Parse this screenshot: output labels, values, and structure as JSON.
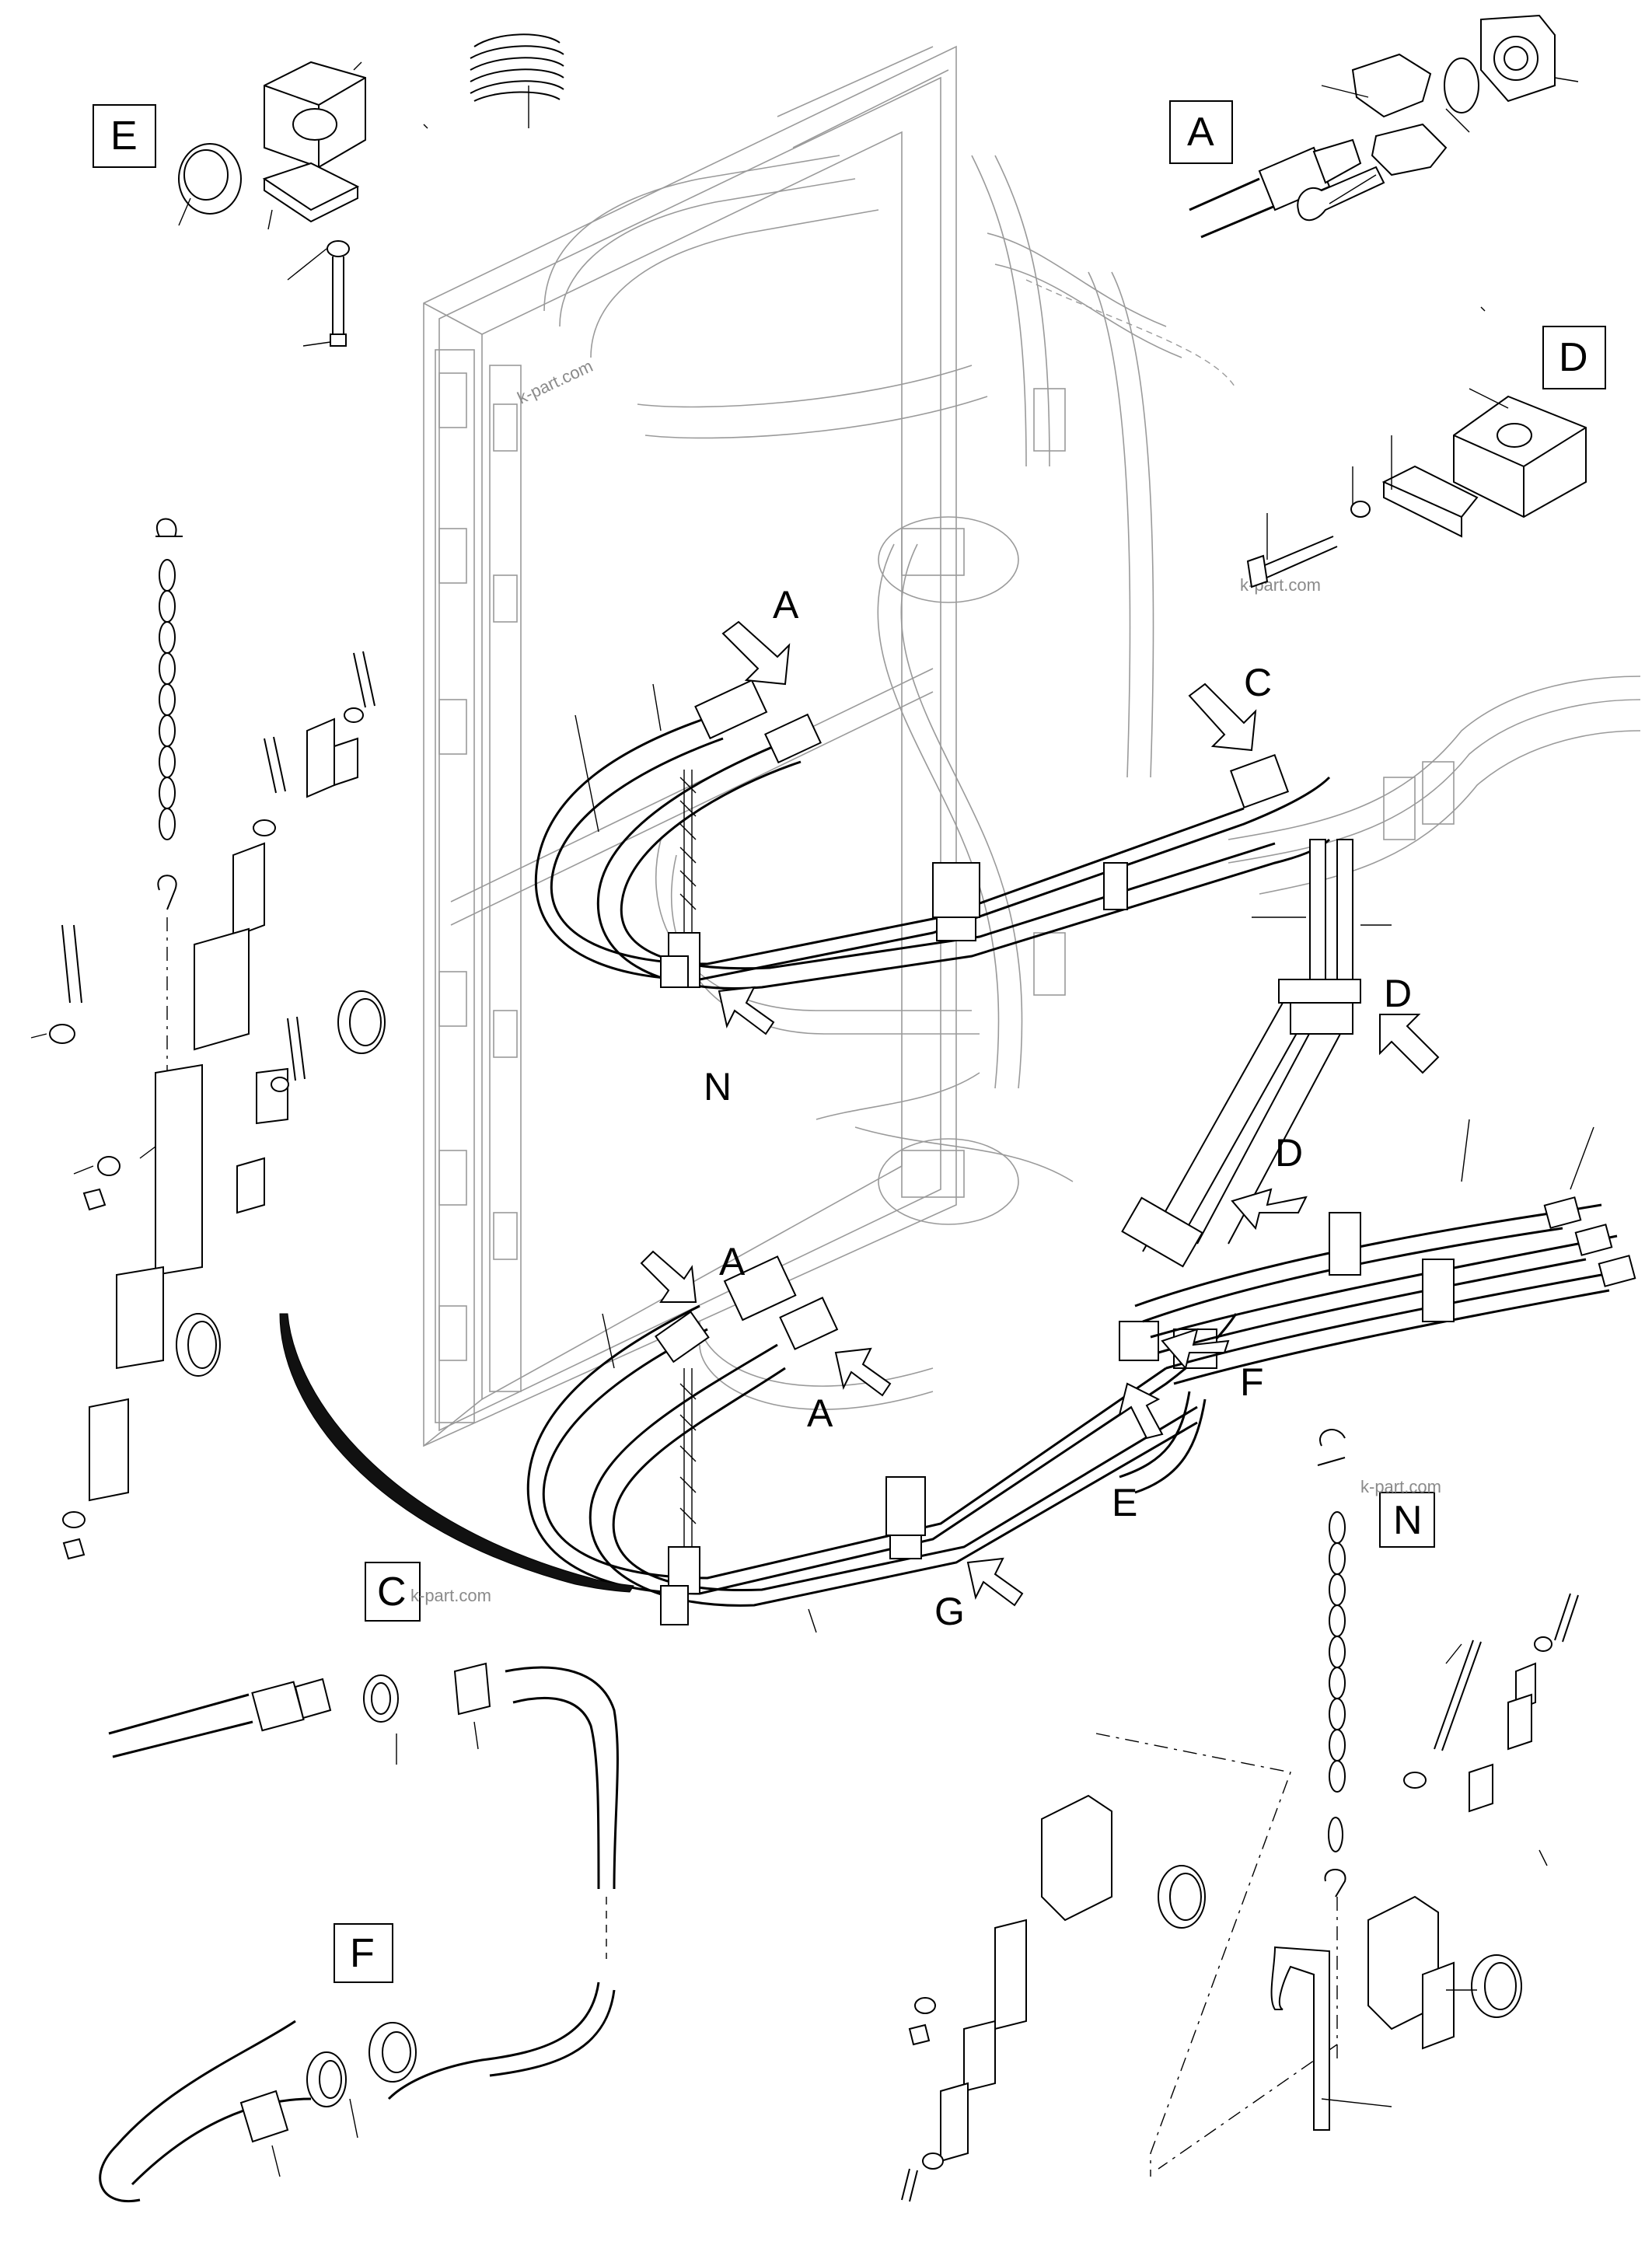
{
  "views": {
    "A": "A",
    "C": "C",
    "D": "D",
    "E": "E",
    "F": "F",
    "N": "N"
  },
  "callouts": [
    {
      "id": "A1",
      "text": "A"
    },
    {
      "id": "A2",
      "text": "A"
    },
    {
      "id": "A3",
      "text": "A"
    },
    {
      "id": "C1",
      "text": "C"
    },
    {
      "id": "D1",
      "text": "D"
    },
    {
      "id": "D2",
      "text": "D"
    },
    {
      "id": "N1",
      "text": "N"
    },
    {
      "id": "F1",
      "text": "F"
    },
    {
      "id": "E1",
      "text": "E"
    },
    {
      "id": "G1",
      "text": "G"
    }
  ],
  "watermark": "k-part.com",
  "colors": {
    "line": "#000000",
    "ghost": "#9a9a9a",
    "background": "#ffffff"
  }
}
